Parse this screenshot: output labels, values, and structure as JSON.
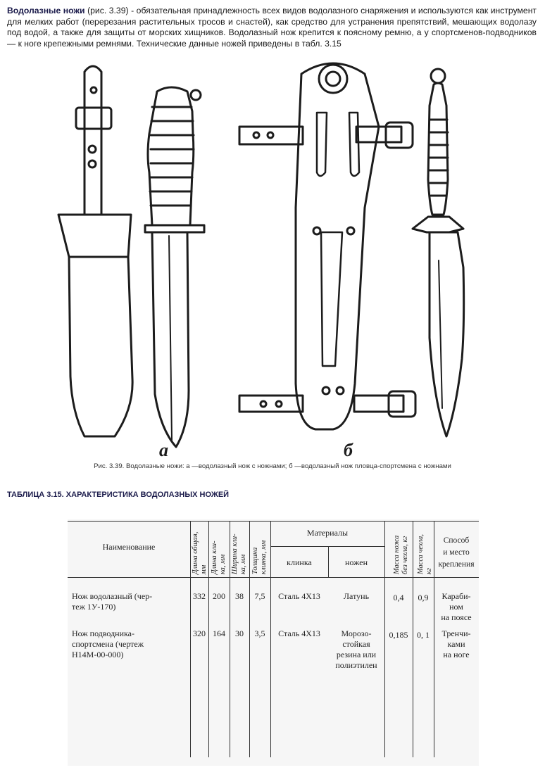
{
  "intro": {
    "term": "Водолазные ножи",
    "text": " (рис. 3.39) - обязательная принадлежность всех видов водолазного снаряжения и используются как инструмент для мелких работ (перерезания растительных тросов и снастей), как средство для устранения препятствий, мешающих водолазу под водой, а также для защиты от морских хищников. Водолазный нож крепится к поясному ремню, а у спортсменов-подводников — к ноге крепежными ремнями. Технические данные ножей приведены в табл. 3.15"
  },
  "figure": {
    "label_a": "а",
    "label_b": "б",
    "caption": "Рис. 3.39. Водолазные ножи: а —водолазный нож с ножнами; б —водолазный нож пловца-спортсмена с ножнами"
  },
  "table_heading": "ТАБЛИЦА 3.15. ХАРАКТЕРИСТИКА ВОДОЛАЗНЫХ НОЖЕЙ",
  "table": {
    "headers": {
      "name": "Наименование",
      "length_total": [
        "Длина общая,",
        "мм"
      ],
      "length_blade": [
        "Длина кли-",
        "ка, мм"
      ],
      "width_blade": [
        "Ширина кли-",
        "ка, мм"
      ],
      "thickness_blade": [
        "Толщина",
        "клинка, мм"
      ],
      "materials": "Материалы",
      "materials_blade": "клинка",
      "materials_sheath": "ножен",
      "mass_knife": [
        "Масса ножа",
        "без чехла, кг"
      ],
      "mass_sheath": [
        "Масса чехла,",
        "кг"
      ],
      "mount": [
        "Способ",
        "и место",
        "крепления"
      ]
    },
    "rows": [
      {
        "name": [
          "Нож  водолазный  (чер-",
          "теж    1У-170)"
        ],
        "length_total": "332",
        "length_blade": "200",
        "width_blade": "38",
        "thickness_blade": "7,5",
        "material_blade": "Сталь  4Х13",
        "material_sheath": [
          "Латунь"
        ],
        "mass_knife": "0,4",
        "mass_sheath": "0,9",
        "mount": [
          "Караби-",
          "ном",
          "на поясе"
        ]
      },
      {
        "name": [
          "Нож      подводника-",
          "спортсмена      (чертеж",
          "Н14М-00-000)"
        ],
        "length_total": "320",
        "length_blade": "164",
        "width_blade": "30",
        "thickness_blade": "3,5",
        "material_blade": "Сталь  4Х13",
        "material_sheath": [
          "Морозо-",
          "стойкая",
          "резина или",
          "полиэтилен"
        ],
        "mass_knife": "0,185",
        "mass_sheath": "0, 1",
        "mount": [
          "Тренчи-",
          "ками",
          "на ноге"
        ]
      }
    ]
  }
}
